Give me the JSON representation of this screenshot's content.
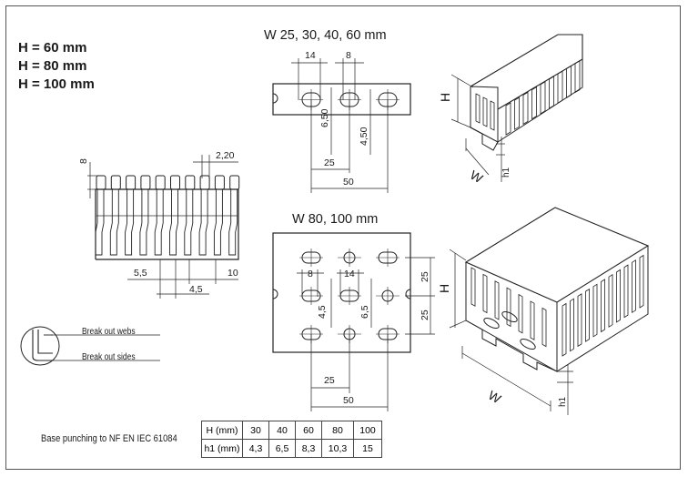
{
  "height_labels": [
    "H = 60 mm",
    "H = 80 mm",
    "H = 100 mm"
  ],
  "top_view_1": {
    "title": "W 25, 30, 40, 60 mm",
    "dims": [
      "14",
      "8",
      "6,50",
      "4,50",
      "25",
      "50"
    ]
  },
  "top_view_2": {
    "title": "W 80, 100 mm",
    "dims": [
      "8",
      "14",
      "4,5",
      "6,5",
      "25",
      "25",
      "25",
      "50"
    ]
  },
  "side_view": {
    "dims": [
      "8",
      "2,20",
      "5,5",
      "4,5",
      "10"
    ]
  },
  "iso_labels": {
    "h": "H",
    "w": "W",
    "h1": "h1"
  },
  "breakout": {
    "webs": "Break out webs",
    "sides": "Break out sides"
  },
  "base_note": "Base punching to NF EN IEC 61084",
  "table": {
    "row1_label": "H (mm)",
    "row1": [
      "30",
      "40",
      "60",
      "80",
      "100"
    ],
    "row2_label": "h1 (mm)",
    "row2": [
      "4,3",
      "6,5",
      "8,3",
      "10,3",
      "15"
    ]
  }
}
